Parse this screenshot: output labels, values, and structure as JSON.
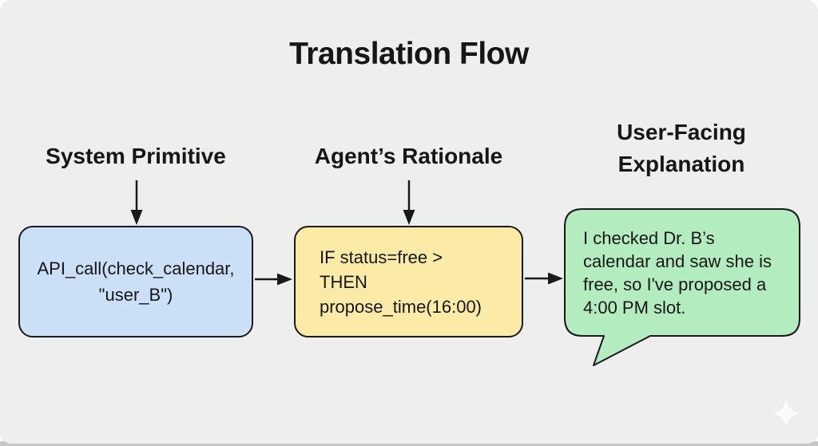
{
  "title": "Translation Flow",
  "flow": {
    "stages": [
      {
        "label": "System Primitive",
        "box_text": "API_call(check_calendar,\n\"user_B\")",
        "box_color": "#cbdff7"
      },
      {
        "label": "Agent’s Rationale",
        "box_text": "IF status=free >\nTHEN\npropose_time(16:00)",
        "box_color": "#fceba6"
      },
      {
        "label": "User-Facing\nExplanation",
        "box_text": "I checked Dr. B’s\ncalendar and saw she is\nfree, so I've proposed a\n4:00 PM slot.",
        "box_color": "#b3edbf"
      }
    ]
  },
  "colors": {
    "canvas_background": "#eeeeee",
    "stroke": "#1a1a1a",
    "text": "#161616",
    "stage1_fill": "#cbdff7",
    "stage2_fill": "#fceba6",
    "stage3_fill": "#b3edbf"
  },
  "watermark": {
    "icon": "sparkle-icon"
  }
}
